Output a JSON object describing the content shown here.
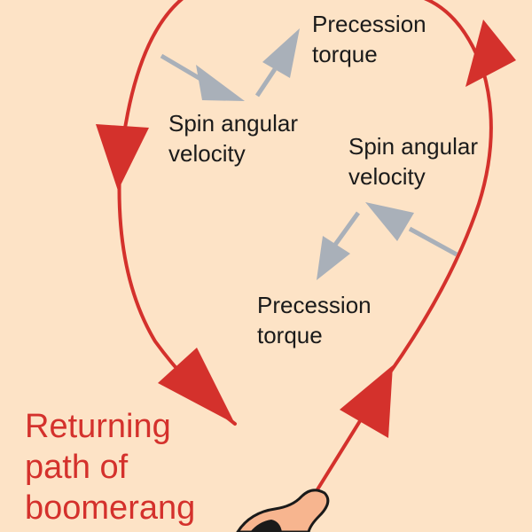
{
  "labels": {
    "precession_torque_top": [
      "Precession",
      "torque"
    ],
    "spin_angular_velocity_left": [
      "Spin angular",
      "velocity"
    ],
    "spin_angular_velocity_right": [
      "Spin angular",
      "velocity"
    ],
    "precession_torque_bottom": [
      "Precession",
      "torque"
    ]
  },
  "caption": [
    "Returning",
    "path of",
    "boomerang"
  ],
  "colors": {
    "background": "#fde3c6",
    "path": "#d4312c",
    "vector_arrow": "#a9b0b9",
    "hand_skin": "#f7b58f",
    "outline": "#1a1a1a"
  }
}
